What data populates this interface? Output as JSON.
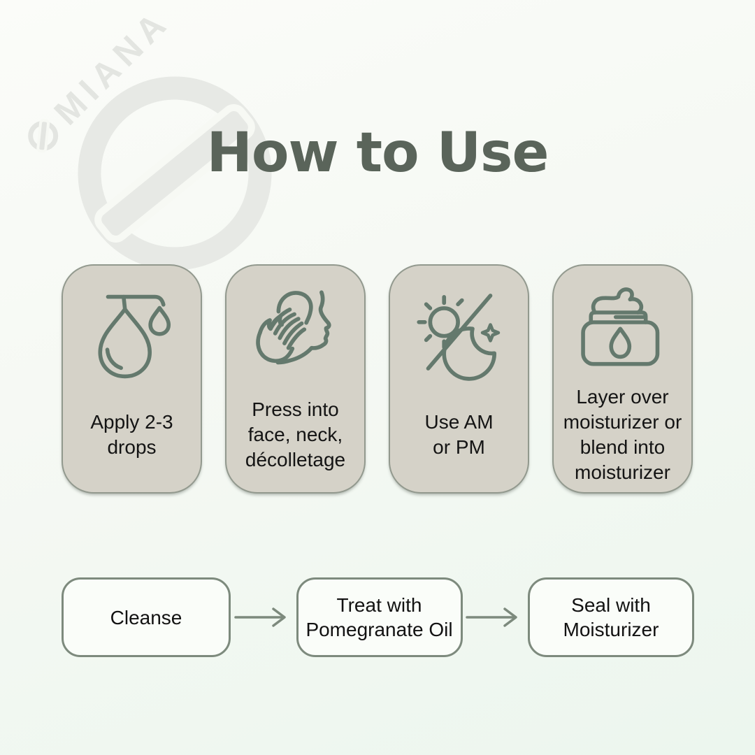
{
  "brand": {
    "name": "MIANA"
  },
  "title": "How to Use",
  "steps": [
    {
      "id": "apply-drops",
      "icon": "dropper-drop-icon",
      "label": "Apply 2-3\ndrops"
    },
    {
      "id": "press-into-skin",
      "icon": "hand-on-face-icon",
      "label": "Press into\nface, neck,\ndécolletage"
    },
    {
      "id": "am-or-pm",
      "icon": "sun-moon-icon",
      "label": "Use AM\nor PM"
    },
    {
      "id": "layer-moisturizer",
      "icon": "cream-jar-icon",
      "label": "Layer over\nmoisturizer or\nblend into\nmoisturizer"
    }
  ],
  "routine_flow": {
    "steps": [
      {
        "label": "Cleanse"
      },
      {
        "label": "Treat with\nPomegranate Oil"
      },
      {
        "label": "Seal with\nMoisturizer"
      }
    ]
  },
  "colors": {
    "title_text": "#5a645a",
    "card_background": "#d5d2c8",
    "card_border": "#92998e",
    "icon_stroke": "#64796d",
    "flow_border": "#7d8a7d",
    "body_text": "#141414",
    "watermark": "#e5e7e3"
  }
}
